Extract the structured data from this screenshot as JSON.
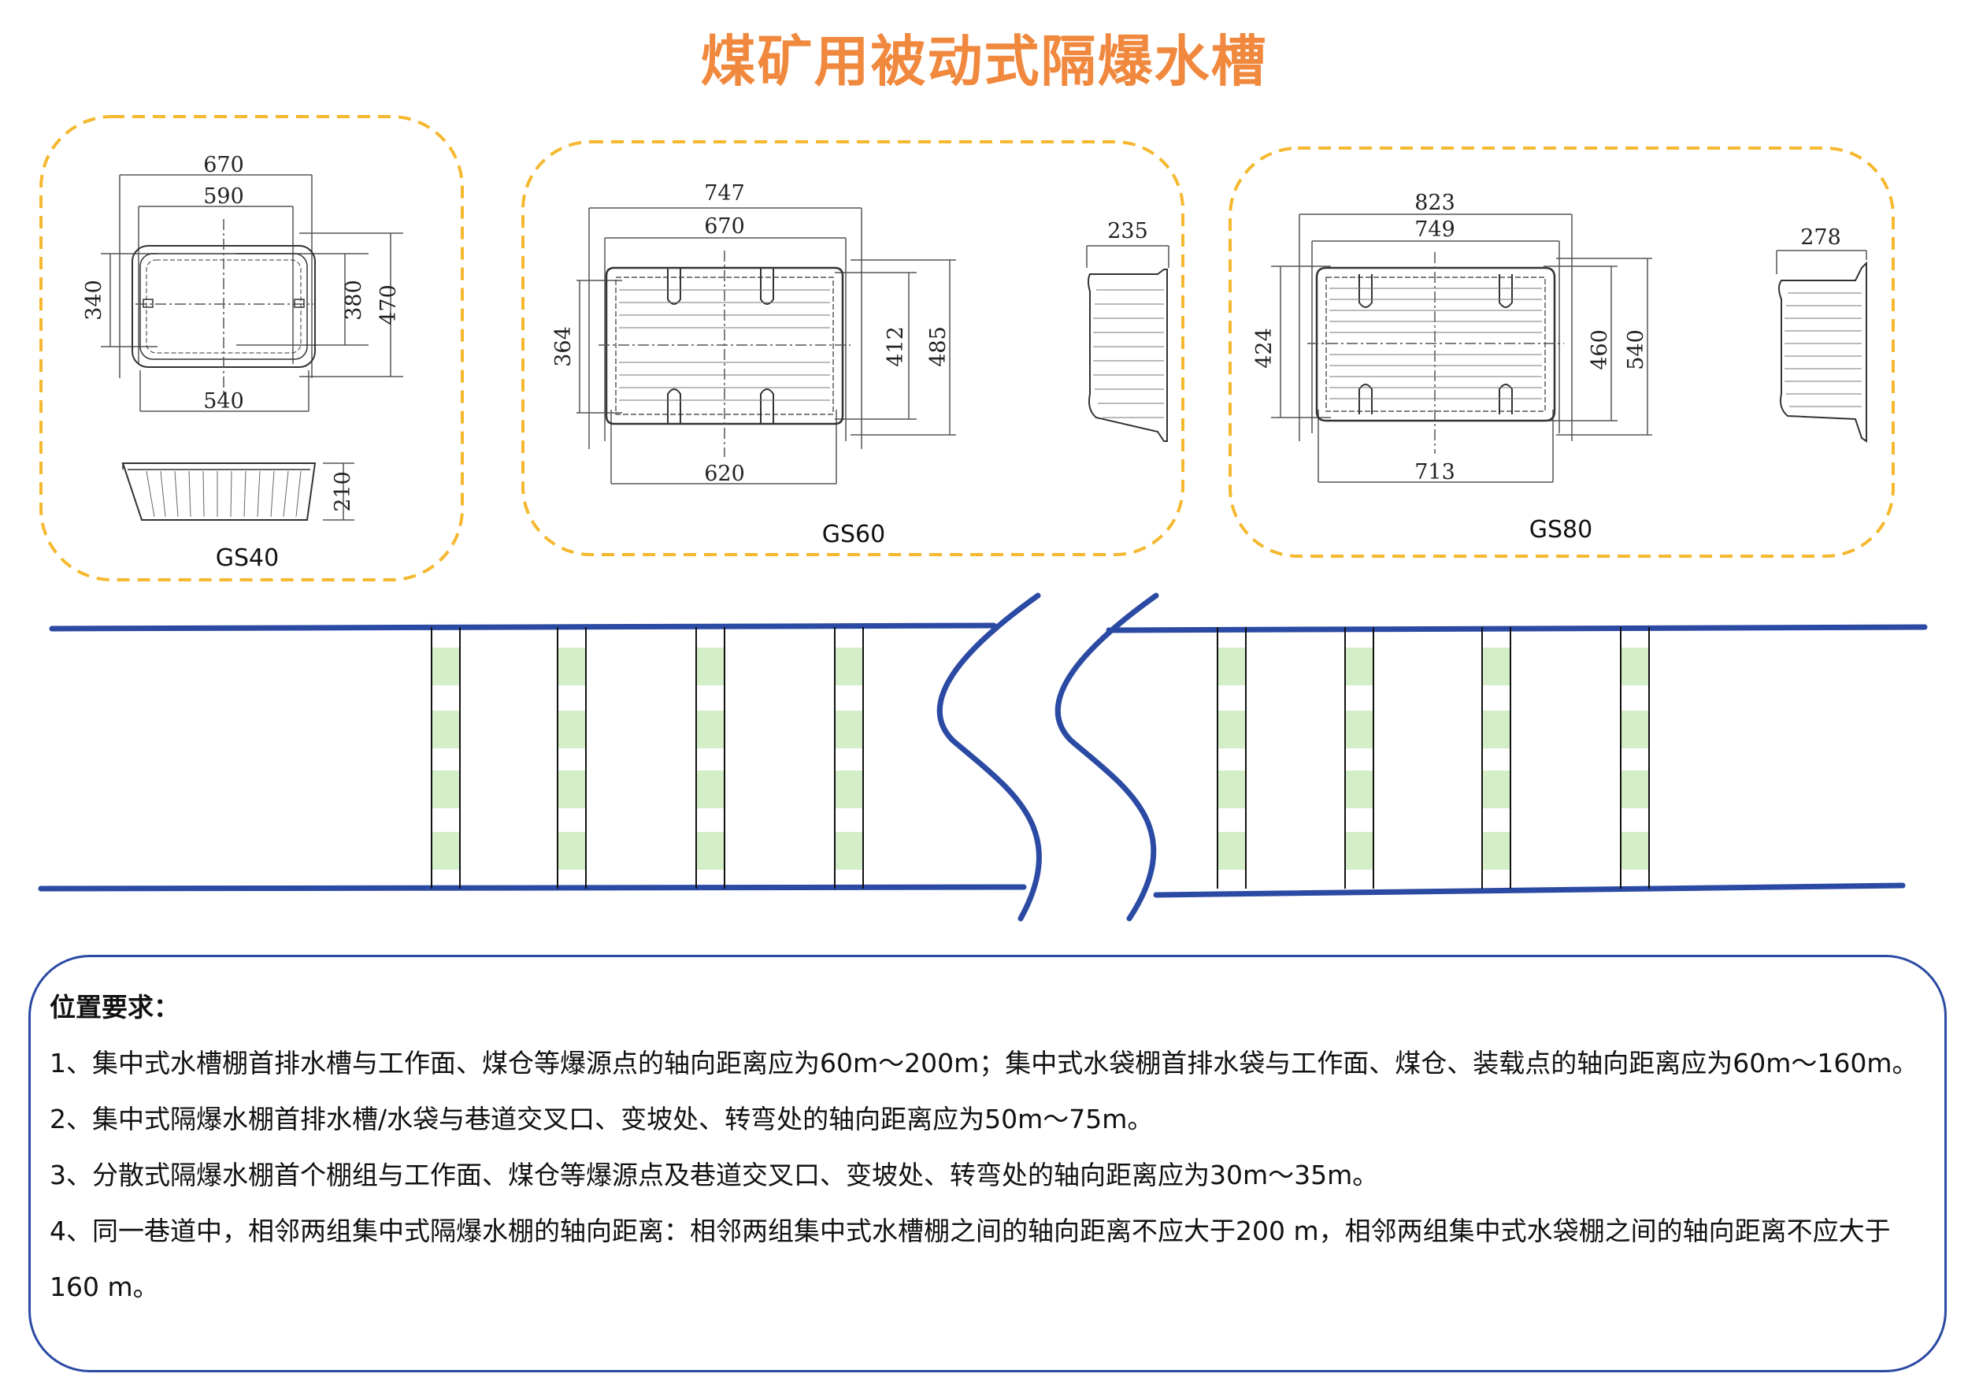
{
  "title": "煤矿用被动式隔爆水槽",
  "models": {
    "gs40": {
      "label": "GS40",
      "dims": {
        "outer_w": "670",
        "inner_w": "590",
        "bottom_w": "540",
        "inner_h": "340",
        "mid_h": "380",
        "outer_h": "470",
        "depth": "210"
      }
    },
    "gs60": {
      "label": "GS60",
      "dims": {
        "outer_w": "747",
        "inner_w": "670",
        "bottom_w": "620",
        "inner_h": "364",
        "mid_h": "412",
        "outer_h": "485",
        "depth": "235"
      }
    },
    "gs80": {
      "label": "GS80",
      "dims": {
        "outer_w": "823",
        "inner_w": "749",
        "bottom_w": "713",
        "inner_h": "424",
        "mid_h": "460",
        "outer_h": "540",
        "depth": "278"
      }
    }
  },
  "colors": {
    "title": "#f0883e",
    "frame_dash": "#f5b82e",
    "tunnel": "#2b4aa3",
    "trough": "#d4efc8"
  },
  "requirements": {
    "heading": "位置要求：",
    "items": [
      "1、集中式水槽棚首排水槽与工作面、煤仓等爆源点的轴向距离应为60m～200m；集中式水袋棚首排水袋与工作面、煤仓、装载点的轴向距离应为60m～160m。",
      "2、集中式隔爆水棚首排水槽/水袋与巷道交叉口、变坡处、转弯处的轴向距离应为50m～75m。",
      "3、分散式隔爆水棚首个棚组与工作面、煤仓等爆源点及巷道交叉口、变坡处、转弯处的轴向距离应为30m～35m。",
      "4、同一巷道中，相邻两组集中式隔爆水棚的轴向距离：相邻两组集中式水槽棚之间的轴向距离不应大于200 m，相邻两组集中式水袋棚之间的轴向距离不应大于160 m。"
    ]
  }
}
